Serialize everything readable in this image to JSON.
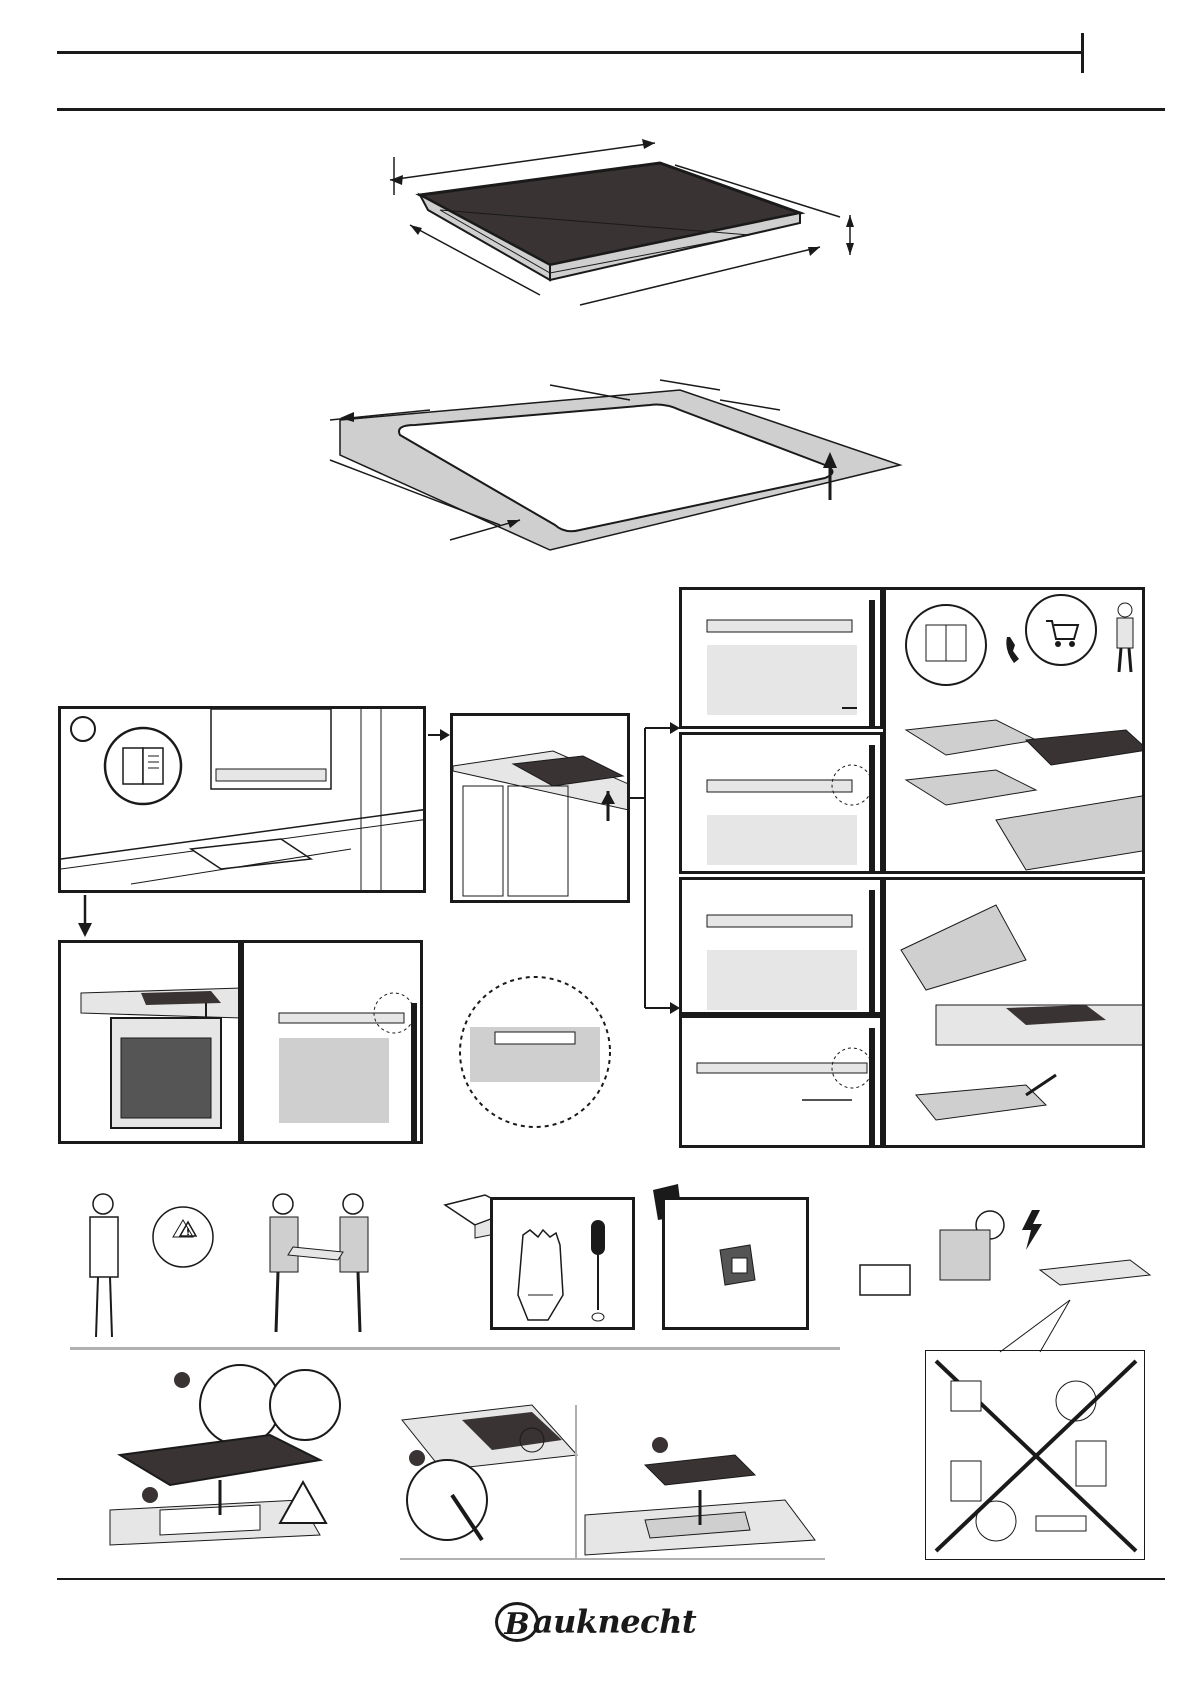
{
  "footer": {
    "brand_initial": "B",
    "brand_rest": "auknecht"
  },
  "icons": [
    "cooktop-dimensions-diagram",
    "worktop-cutout-diagram",
    "kitchen-installation-overview",
    "manual-book-icon",
    "oven-under-cooktop-panel",
    "clearance-section-diagram",
    "magnified-section-circle",
    "phone-icon",
    "shopping-cart-icon",
    "technician-icon",
    "protective-gloves-icon",
    "screwdriver-icon",
    "toolbox-icon",
    "bracket-bag-icon",
    "warning-triangle-icon",
    "electric-shock-icon",
    "forbidden-connections-icon"
  ],
  "colors": {
    "ink": "#1a1a1a",
    "glass": "#3a3333",
    "worktop": "#cfcfcf",
    "shade": "#e6e6e6"
  }
}
